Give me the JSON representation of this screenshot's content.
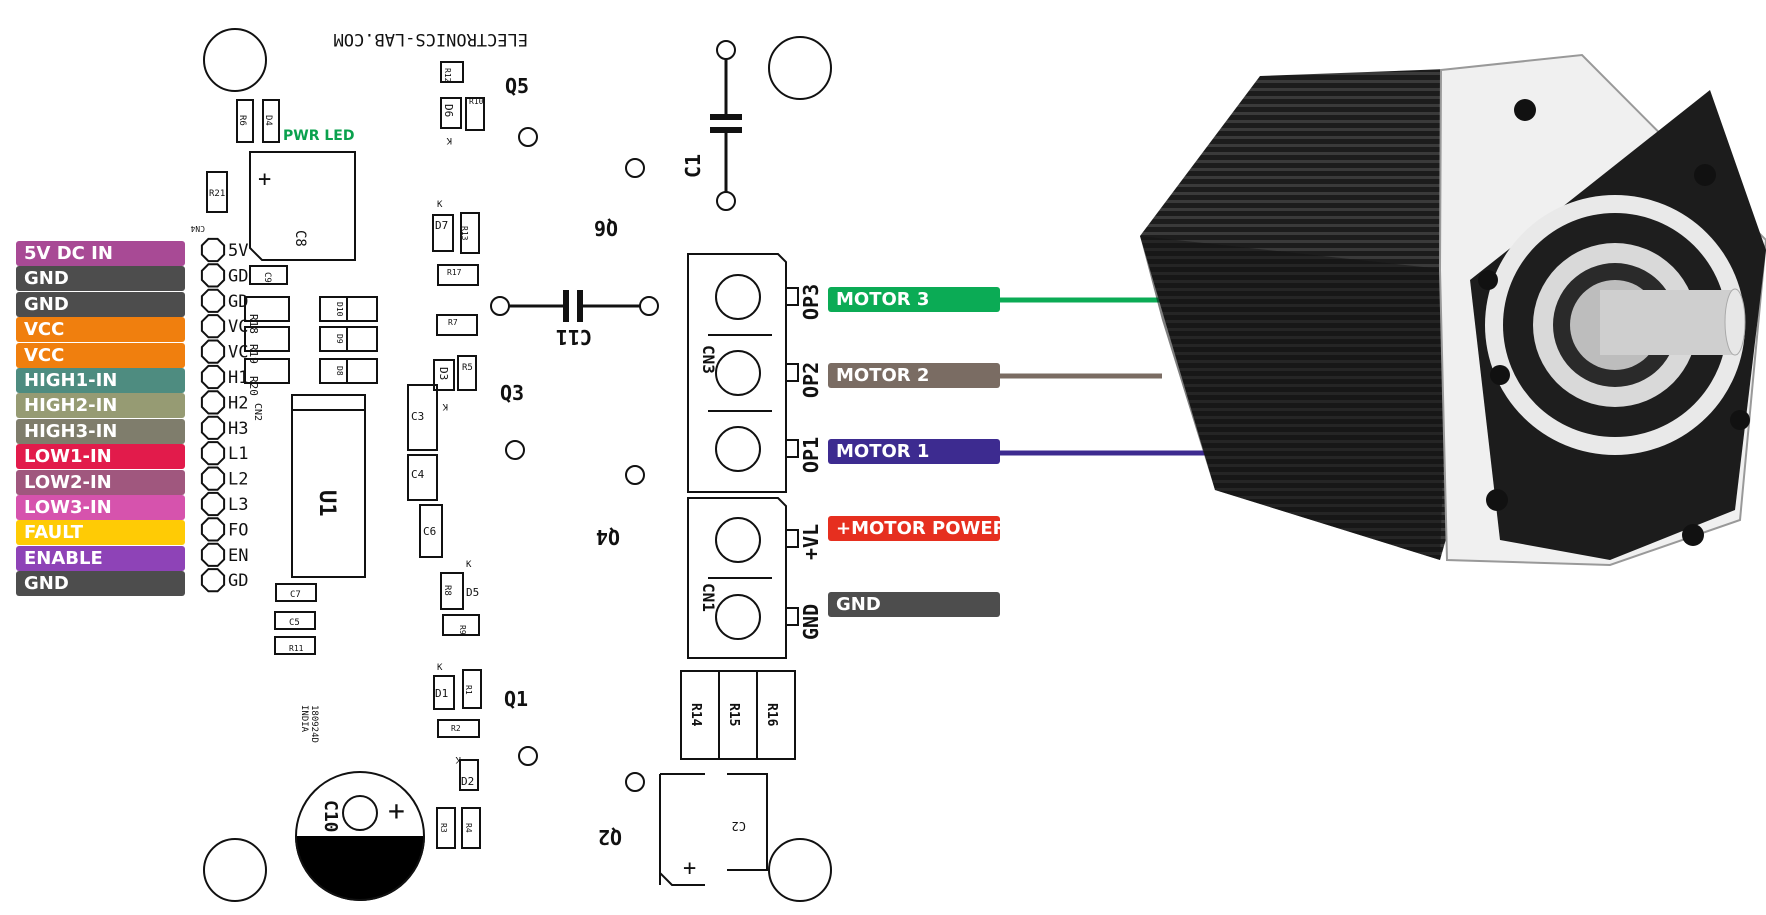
{
  "pin_labels": [
    {
      "text": "5V DC IN",
      "color": "#a84a95"
    },
    {
      "text": "GND",
      "color": "#4d4d4d"
    },
    {
      "text": "GND",
      "color": "#4d4d4d"
    },
    {
      "text": "VCC",
      "color": "#f07f0e"
    },
    {
      "text": "VCC",
      "color": "#f07f0e"
    },
    {
      "text": "HIGH1-IN",
      "color": "#4e8c80"
    },
    {
      "text": "HIGH2-IN",
      "color": "#969b73"
    },
    {
      "text": "HIGH3-IN",
      "color": "#7f7d6c"
    },
    {
      "text": "LOW1-IN",
      "color": "#e21b4b"
    },
    {
      "text": "LOW2-IN",
      "color": "#a0577e"
    },
    {
      "text": "LOW3-IN",
      "color": "#d653ad"
    },
    {
      "text": "FAULT",
      "color": "#ffcb05"
    },
    {
      "text": "ENABLE",
      "color": "#8e43b7"
    },
    {
      "text": "GND",
      "color": "#4d4d4d"
    }
  ],
  "cn4_pins": [
    "5V",
    "GD",
    "GD",
    "VC",
    "VC",
    "H1",
    "H2",
    "H3",
    "L1",
    "L2",
    "L3",
    "FO",
    "EN",
    "GD"
  ],
  "output_labels": [
    {
      "text": "MOTOR 3",
      "color": "#0bab55"
    },
    {
      "text": "MOTOR 2",
      "color": "#7a6c63"
    },
    {
      "text": "MOTOR 1",
      "color": "#3d2b90"
    },
    {
      "text": "+MOTOR POWER",
      "color": "#e62f1f"
    },
    {
      "text": "GND",
      "color": "#4d4d4d"
    }
  ],
  "board": {
    "website": "ELECTRONICS-LAB.COM",
    "pwr_led": "PWR LED",
    "date_code": "180924D",
    "country": "INDIA",
    "cn4": "CN4",
    "cn2": "CN2",
    "cn3": "CN3",
    "cn1": "CN1",
    "op3": "OP3",
    "op2": "OP2",
    "op1": "OP1",
    "vl": "+VL",
    "gnd": "GND",
    "q1": "Q1",
    "q2": "Q2",
    "q3": "Q3",
    "q4": "Q4",
    "q5": "Q5",
    "q6": "Q6",
    "c1": "C1",
    "c2": "C2",
    "c3": "C3",
    "c4": "C4",
    "c5": "C5",
    "c6": "C6",
    "c7": "C7",
    "c8": "C8",
    "c9": "C9",
    "c10": "C10",
    "c11": "C11",
    "u1": "U1",
    "r1": "R1",
    "r2": "R2",
    "r3": "R3",
    "r4": "R4",
    "r5": "R5",
    "r6": "R6",
    "r7": "R7",
    "r8": "R8",
    "r9": "R9",
    "r10": "R10",
    "r11": "R11",
    "r12": "R12",
    "r13": "R13",
    "r14": "R14",
    "r15": "R15",
    "r16": "R16",
    "r17": "R17",
    "r18": "R18",
    "r19": "R19",
    "r20": "R20",
    "r21": "R21",
    "d1": "D1",
    "d2": "D2",
    "d3": "D3",
    "d4": "D4",
    "d5": "D5",
    "d6": "D6",
    "d7": "D7",
    "d8": "D8",
    "d9": "D9",
    "d10": "D10",
    "k": "K",
    "plus": "+"
  },
  "wire_colors": {
    "motor3": "#0bab55",
    "motor2": "#7a6c63",
    "motor1": "#3d2b90"
  },
  "motor_colors": {
    "body": "#1c1c1c",
    "fin": "#2e2e2e",
    "flange": "#f2f2f2",
    "shaft": "#cfcfcf"
  }
}
